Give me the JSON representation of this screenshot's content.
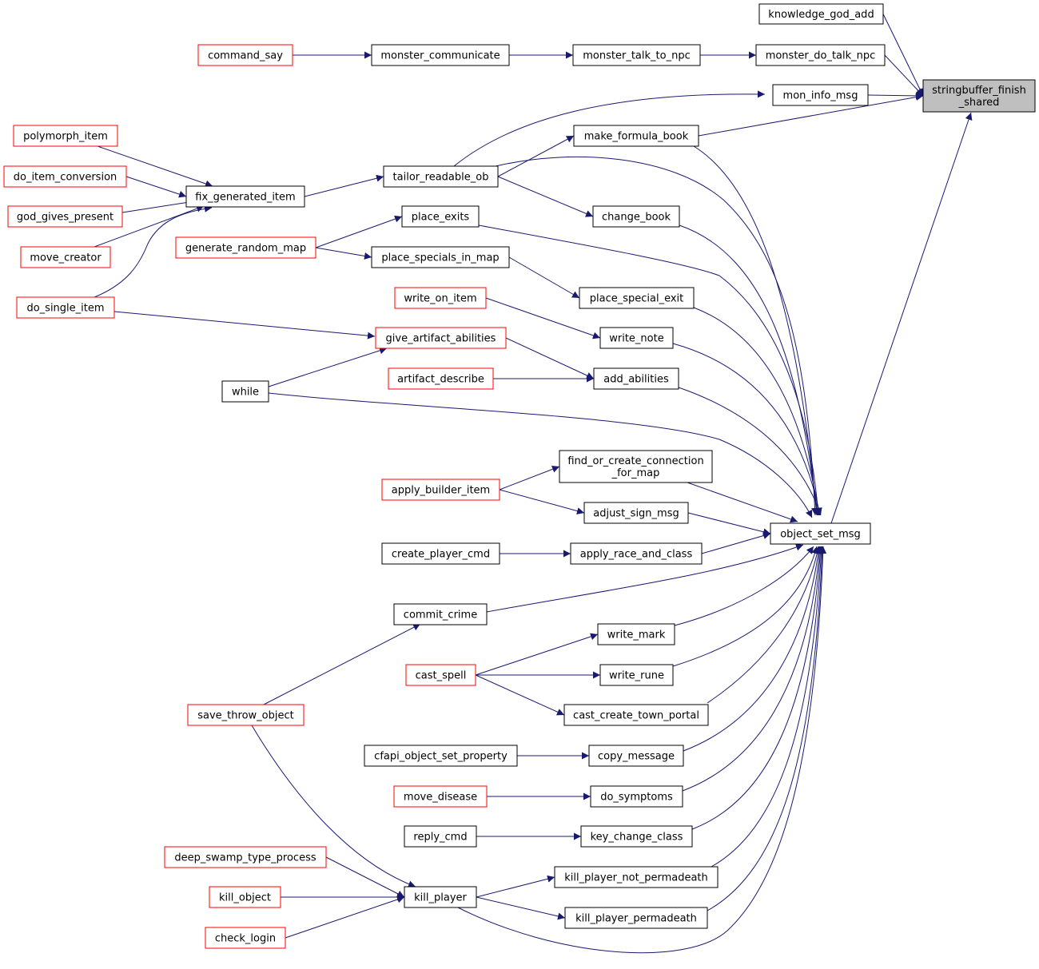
{
  "colors": {
    "edge": "#191970",
    "box_border_normal": "#000000",
    "box_border_truncated": "#ff0000",
    "box_fill": "#ffffff",
    "box_fill_root": "#bfbfbf"
  },
  "nodes": [
    {
      "id": "stringbuffer_finish_shared",
      "label": "stringbuffer_finish",
      "label2": "_shared",
      "style": "root"
    },
    {
      "id": "knowledge_god_add",
      "label": "knowledge_god_add",
      "style": "normal"
    },
    {
      "id": "monster_do_talk_npc",
      "label": "monster_do_talk_npc",
      "style": "normal"
    },
    {
      "id": "mon_info_msg",
      "label": "mon_info_msg",
      "style": "normal"
    },
    {
      "id": "make_formula_book",
      "label": "make_formula_book",
      "style": "normal"
    },
    {
      "id": "object_set_msg",
      "label": "object_set_msg",
      "style": "normal"
    },
    {
      "id": "command_say",
      "label": "command_say",
      "style": "truncated"
    },
    {
      "id": "monster_communicate",
      "label": "monster_communicate",
      "style": "normal"
    },
    {
      "id": "monster_talk_to_npc",
      "label": "monster_talk_to_npc",
      "style": "normal"
    },
    {
      "id": "polymorph_item",
      "label": "polymorph_item",
      "style": "truncated"
    },
    {
      "id": "do_item_conversion",
      "label": "do_item_conversion",
      "style": "truncated"
    },
    {
      "id": "god_gives_present",
      "label": "god_gives_present",
      "style": "truncated"
    },
    {
      "id": "move_creator",
      "label": "move_creator",
      "style": "truncated"
    },
    {
      "id": "do_single_item",
      "label": "do_single_item",
      "style": "truncated"
    },
    {
      "id": "fix_generated_item",
      "label": "fix_generated_item",
      "style": "normal"
    },
    {
      "id": "tailor_readable_ob",
      "label": "tailor_readable_ob",
      "style": "normal"
    },
    {
      "id": "change_book",
      "label": "change_book",
      "style": "normal"
    },
    {
      "id": "place_exits",
      "label": "place_exits",
      "style": "normal"
    },
    {
      "id": "generate_random_map",
      "label": "generate_random_map",
      "style": "truncated"
    },
    {
      "id": "place_specials_in_map",
      "label": "place_specials_in_map",
      "style": "normal"
    },
    {
      "id": "place_special_exit",
      "label": "place_special_exit",
      "style": "normal"
    },
    {
      "id": "write_on_item",
      "label": "write_on_item",
      "style": "truncated"
    },
    {
      "id": "write_note",
      "label": "write_note",
      "style": "normal"
    },
    {
      "id": "give_artifact_abilities",
      "label": "give_artifact_abilities",
      "style": "truncated"
    },
    {
      "id": "artifact_describe",
      "label": "artifact_describe",
      "style": "truncated"
    },
    {
      "id": "add_abilities",
      "label": "add_abilities",
      "style": "normal"
    },
    {
      "id": "while",
      "label": "while",
      "style": "normal"
    },
    {
      "id": "find_or_create_connection_for_map",
      "label": "find_or_create_connection",
      "label2": "_for_map",
      "style": "normal"
    },
    {
      "id": "apply_builder_item",
      "label": "apply_builder_item",
      "style": "truncated"
    },
    {
      "id": "adjust_sign_msg",
      "label": "adjust_sign_msg",
      "style": "normal"
    },
    {
      "id": "create_player_cmd",
      "label": "create_player_cmd",
      "style": "normal"
    },
    {
      "id": "apply_race_and_class",
      "label": "apply_race_and_class",
      "style": "normal"
    },
    {
      "id": "commit_crime",
      "label": "commit_crime",
      "style": "normal"
    },
    {
      "id": "write_mark",
      "label": "write_mark",
      "style": "normal"
    },
    {
      "id": "cast_spell",
      "label": "cast_spell",
      "style": "truncated"
    },
    {
      "id": "write_rune",
      "label": "write_rune",
      "style": "normal"
    },
    {
      "id": "cast_create_town_portal",
      "label": "cast_create_town_portal",
      "style": "normal"
    },
    {
      "id": "save_throw_object",
      "label": "save_throw_object",
      "style": "truncated"
    },
    {
      "id": "cfapi_object_set_property",
      "label": "cfapi_object_set_property",
      "style": "normal"
    },
    {
      "id": "copy_message",
      "label": "copy_message",
      "style": "normal"
    },
    {
      "id": "move_disease",
      "label": "move_disease",
      "style": "truncated"
    },
    {
      "id": "do_symptoms",
      "label": "do_symptoms",
      "style": "normal"
    },
    {
      "id": "reply_cmd",
      "label": "reply_cmd",
      "style": "normal"
    },
    {
      "id": "key_change_class",
      "label": "key_change_class",
      "style": "normal"
    },
    {
      "id": "deep_swamp_type_process",
      "label": "deep_swamp_type_process",
      "style": "truncated"
    },
    {
      "id": "kill_player_not_permadeath",
      "label": "kill_player_not_permadeath",
      "style": "normal"
    },
    {
      "id": "kill_object",
      "label": "kill_object",
      "style": "truncated"
    },
    {
      "id": "kill_player",
      "label": "kill_player",
      "style": "normal"
    },
    {
      "id": "kill_player_permadeath",
      "label": "kill_player_permadeath",
      "style": "normal"
    },
    {
      "id": "check_login",
      "label": "check_login",
      "style": "truncated"
    }
  ],
  "edges": [
    {
      "from": "knowledge_god_add",
      "to": "stringbuffer_finish_shared"
    },
    {
      "from": "monster_do_talk_npc",
      "to": "stringbuffer_finish_shared"
    },
    {
      "from": "mon_info_msg",
      "to": "stringbuffer_finish_shared"
    },
    {
      "from": "make_formula_book",
      "to": "stringbuffer_finish_shared"
    },
    {
      "from": "object_set_msg",
      "to": "stringbuffer_finish_shared"
    },
    {
      "from": "command_say",
      "to": "monster_communicate"
    },
    {
      "from": "monster_communicate",
      "to": "monster_talk_to_npc"
    },
    {
      "from": "monster_talk_to_npc",
      "to": "monster_do_talk_npc"
    },
    {
      "from": "tailor_readable_ob",
      "to": "mon_info_msg"
    },
    {
      "from": "tailor_readable_ob",
      "to": "make_formula_book"
    },
    {
      "from": "tailor_readable_ob",
      "to": "object_set_msg"
    },
    {
      "from": "tailor_readable_ob",
      "to": "change_book"
    },
    {
      "from": "fix_generated_item",
      "to": "tailor_readable_ob"
    },
    {
      "from": "polymorph_item",
      "to": "fix_generated_item"
    },
    {
      "from": "do_item_conversion",
      "to": "fix_generated_item"
    },
    {
      "from": "god_gives_present",
      "to": "fix_generated_item"
    },
    {
      "from": "move_creator",
      "to": "fix_generated_item"
    },
    {
      "from": "do_single_item",
      "to": "fix_generated_item"
    },
    {
      "from": "do_single_item",
      "to": "give_artifact_abilities"
    },
    {
      "from": "make_formula_book",
      "to": "object_set_msg"
    },
    {
      "from": "change_book",
      "to": "object_set_msg"
    },
    {
      "from": "place_exits",
      "to": "object_set_msg"
    },
    {
      "from": "generate_random_map",
      "to": "place_exits"
    },
    {
      "from": "generate_random_map",
      "to": "place_specials_in_map"
    },
    {
      "from": "place_specials_in_map",
      "to": "place_special_exit"
    },
    {
      "from": "place_special_exit",
      "to": "object_set_msg"
    },
    {
      "from": "write_on_item",
      "to": "write_note"
    },
    {
      "from": "write_note",
      "to": "object_set_msg"
    },
    {
      "from": "give_artifact_abilities",
      "to": "add_abilities"
    },
    {
      "from": "artifact_describe",
      "to": "add_abilities"
    },
    {
      "from": "add_abilities",
      "to": "object_set_msg"
    },
    {
      "from": "while",
      "to": "give_artifact_abilities"
    },
    {
      "from": "while",
      "to": "object_set_msg"
    },
    {
      "from": "apply_builder_item",
      "to": "find_or_create_connection_for_map"
    },
    {
      "from": "apply_builder_item",
      "to": "adjust_sign_msg"
    },
    {
      "from": "find_or_create_connection_for_map",
      "to": "object_set_msg"
    },
    {
      "from": "adjust_sign_msg",
      "to": "object_set_msg"
    },
    {
      "from": "create_player_cmd",
      "to": "apply_race_and_class"
    },
    {
      "from": "apply_race_and_class",
      "to": "object_set_msg"
    },
    {
      "from": "commit_crime",
      "to": "object_set_msg"
    },
    {
      "from": "save_throw_object",
      "to": "commit_crime"
    },
    {
      "from": "save_throw_object",
      "to": "kill_player"
    },
    {
      "from": "cast_spell",
      "to": "write_mark"
    },
    {
      "from": "cast_spell",
      "to": "write_rune"
    },
    {
      "from": "cast_spell",
      "to": "cast_create_town_portal"
    },
    {
      "from": "write_mark",
      "to": "object_set_msg"
    },
    {
      "from": "write_rune",
      "to": "object_set_msg"
    },
    {
      "from": "cast_create_town_portal",
      "to": "object_set_msg"
    },
    {
      "from": "cfapi_object_set_property",
      "to": "copy_message"
    },
    {
      "from": "copy_message",
      "to": "object_set_msg"
    },
    {
      "from": "move_disease",
      "to": "do_symptoms"
    },
    {
      "from": "do_symptoms",
      "to": "object_set_msg"
    },
    {
      "from": "reply_cmd",
      "to": "key_change_class"
    },
    {
      "from": "key_change_class",
      "to": "object_set_msg"
    },
    {
      "from": "deep_swamp_type_process",
      "to": "kill_player"
    },
    {
      "from": "kill_object",
      "to": "kill_player"
    },
    {
      "from": "check_login",
      "to": "kill_player"
    },
    {
      "from": "kill_player",
      "to": "kill_player_not_permadeath"
    },
    {
      "from": "kill_player",
      "to": "kill_player_permadeath"
    },
    {
      "from": "kill_player",
      "to": "object_set_msg"
    },
    {
      "from": "kill_player_not_permadeath",
      "to": "object_set_msg"
    },
    {
      "from": "kill_player_permadeath",
      "to": "object_set_msg"
    }
  ]
}
